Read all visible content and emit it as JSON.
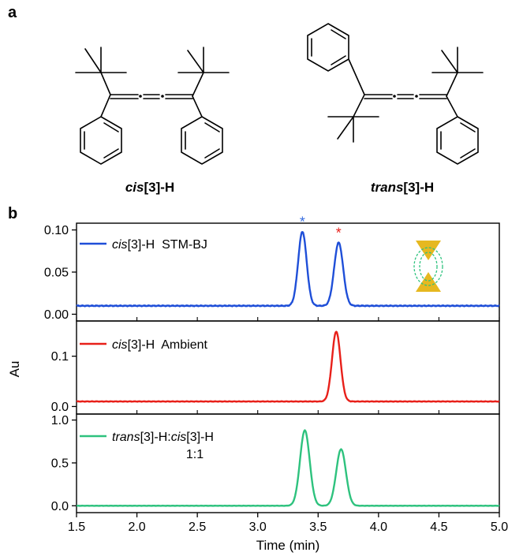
{
  "panel_a": {
    "letter": "a",
    "molecules": [
      {
        "prefix": "cis",
        "suffix": "[3]-H"
      },
      {
        "prefix": "trans",
        "suffix": "[3]-H"
      }
    ]
  },
  "panel_b": {
    "letter": "b"
  },
  "colors": {
    "blue": "#1f4fd8",
    "red": "#e8201a",
    "green": "#2ec27e",
    "gold": "#e6b820",
    "star_blue": "#3a6fe0",
    "star_red": "#e8201a"
  },
  "icons": [
    "stm-break-junction-icon"
  ],
  "chart_data": [
    {
      "type": "line",
      "panel": "b-top",
      "xlim": [
        1.5,
        5.0
      ],
      "ylim": [
        -0.008,
        0.108
      ],
      "yticks": [
        0.0,
        0.05,
        0.1
      ],
      "ytick_labels": [
        "0.00",
        "0.05",
        "0.10"
      ],
      "series": [
        {
          "name_prefix": "cis",
          "name_suffix": "[3]-H  STM-BJ",
          "color": "#1f4fd8",
          "baseline": 0.01,
          "peaks": [
            {
              "center": 3.37,
              "height": 0.088,
              "width": 0.035,
              "marker": "*",
              "marker_color": "#3a6fe0"
            },
            {
              "center": 3.67,
              "height": 0.075,
              "width": 0.037,
              "marker": "*",
              "marker_color": "#e8201a"
            }
          ]
        }
      ]
    },
    {
      "type": "line",
      "panel": "b-middle",
      "xlim": [
        1.5,
        5.0
      ],
      "ylim": [
        -0.015,
        0.17
      ],
      "yticks": [
        0.0,
        0.1
      ],
      "ytick_labels": [
        "0.0",
        "0.1"
      ],
      "series": [
        {
          "name_prefix": "cis",
          "name_suffix": "[3]-H  Ambient",
          "color": "#e8201a",
          "baseline": 0.01,
          "peaks": [
            {
              "center": 3.65,
              "height": 0.139,
              "width": 0.035
            }
          ]
        }
      ]
    },
    {
      "type": "line",
      "panel": "b-bottom",
      "xlim": [
        1.5,
        5.0
      ],
      "ylim": [
        -0.08,
        1.07
      ],
      "yticks": [
        0.0,
        0.5,
        1.0
      ],
      "ytick_labels": [
        "0.0",
        "0.5",
        "1.0"
      ],
      "xticks": [
        1.5,
        2.0,
        2.5,
        3.0,
        3.5,
        4.0,
        4.5,
        5.0
      ],
      "xtick_labels": [
        "1.5",
        "2.0",
        "2.5",
        "3.0",
        "3.5",
        "4.0",
        "4.5",
        "5.0"
      ],
      "xlabel": "Time (min)",
      "series": [
        {
          "name_prefix": "trans",
          "name_mid": "[3]-H:",
          "name_prefix2": "cis",
          "name_suffix": "[3]-H",
          "ratio": "1:1",
          "color": "#2ec27e",
          "baseline": 0.0,
          "peaks": [
            {
              "center": 3.39,
              "height": 0.88,
              "width": 0.04
            },
            {
              "center": 3.69,
              "height": 0.66,
              "width": 0.04
            }
          ]
        }
      ]
    }
  ],
  "shared_ylabel": "Au"
}
